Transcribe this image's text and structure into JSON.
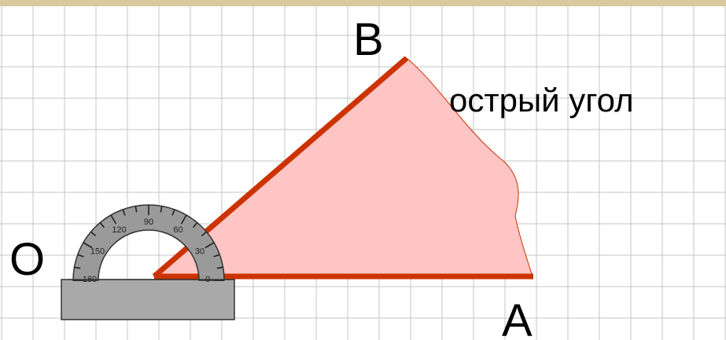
{
  "labels": {
    "vertex_o": "O",
    "point_a": "A",
    "point_b": "B",
    "caption": "острый угол"
  },
  "protractor": {
    "degree_labels": [
      "180",
      "150",
      "120",
      "90",
      "60",
      "30",
      "0"
    ]
  },
  "colors": {
    "angle_sides": "#cc3300",
    "angle_fill": "#ffc4c4",
    "protractor": "#9a9a9a",
    "grid": "#c4c4c4",
    "top_border": "#d8c9a0"
  }
}
